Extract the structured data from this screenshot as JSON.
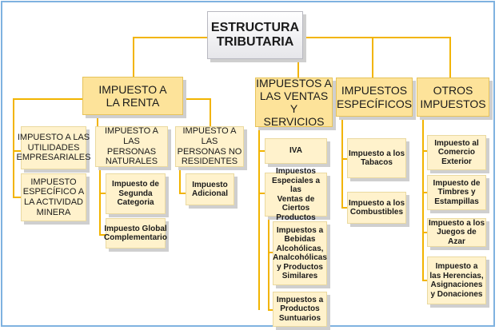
{
  "root": "ESTRUCTURA\nTRIBUTARIA",
  "renta": {
    "title": "IMPUESTO A\nLA RENTA",
    "utilidades": "IMPUESTO A LAS\nUTILIDADES\nEMPRESARIALES",
    "minera": "IMPUESTO\nESPECÍFICO A\nLA ACTIVIDAD\nMINERA",
    "naturales": "IMPUESTO A LAS\nPERSONAS\nNATURALES",
    "segunda": "Impuesto de\nSegunda\nCategoria",
    "global": "Impuesto Global\nComplementario",
    "no_residentes": "IMPUESTO A LAS\nPERSONAS NO\nRESIDENTES",
    "adicional": "Impuesto\nAdicional"
  },
  "ventas": {
    "title": "IMPUESTOS A\nLAS VENTAS Y\nSERVICIOS",
    "iva": "IVA",
    "especiales": "Impuestos\nEspeciales a las\nVentas de Ciertos\nProductos",
    "bebidas": "Impuestos a\nBebidas\nAlcohólicas,\nAnalcohólicas\ny Productos\nSimilares",
    "suntuarios": "Impuestos a\nProductos\nSuntuarios"
  },
  "especificos": {
    "title": "IMPUESTOS\nESPECÍFICOS",
    "tabacos": "Impuesto a los\nTabacos",
    "combustibles": "Impuesto a los\nCombustibles"
  },
  "otros": {
    "title": "OTROS\nIMPUESTOS",
    "comercio": "Impuesto al\nComercio\nExterior",
    "timbres": "Impuesto de\nTimbres y\nEstampillas",
    "azar": "Impuesto a los\nJuegos de Azar",
    "herencias": "Impuesto a\nlas Herencias,\nAsignaciones\ny Donaciones"
  },
  "colors": {
    "frame": "#7fb2e0",
    "connector": "#f2b400",
    "level1": "#fde39a",
    "level2": "#fff2cc"
  }
}
